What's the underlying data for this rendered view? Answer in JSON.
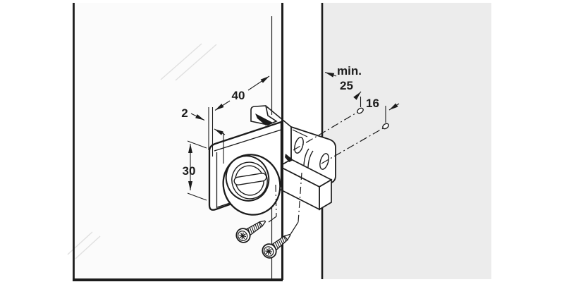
{
  "diagram": {
    "title": "glass-door-lock-installation-drawing",
    "dimensions": {
      "depth": "40",
      "gap": "2",
      "height": "30",
      "min_label": "min.",
      "min_value": "25",
      "hole_spacing": "16"
    },
    "colors": {
      "line": "#1c1c1c",
      "glass_fill": "#fbfbfb",
      "cabinet_panel_fill": "#ececec",
      "reflection": "#e0e0e0"
    }
  }
}
